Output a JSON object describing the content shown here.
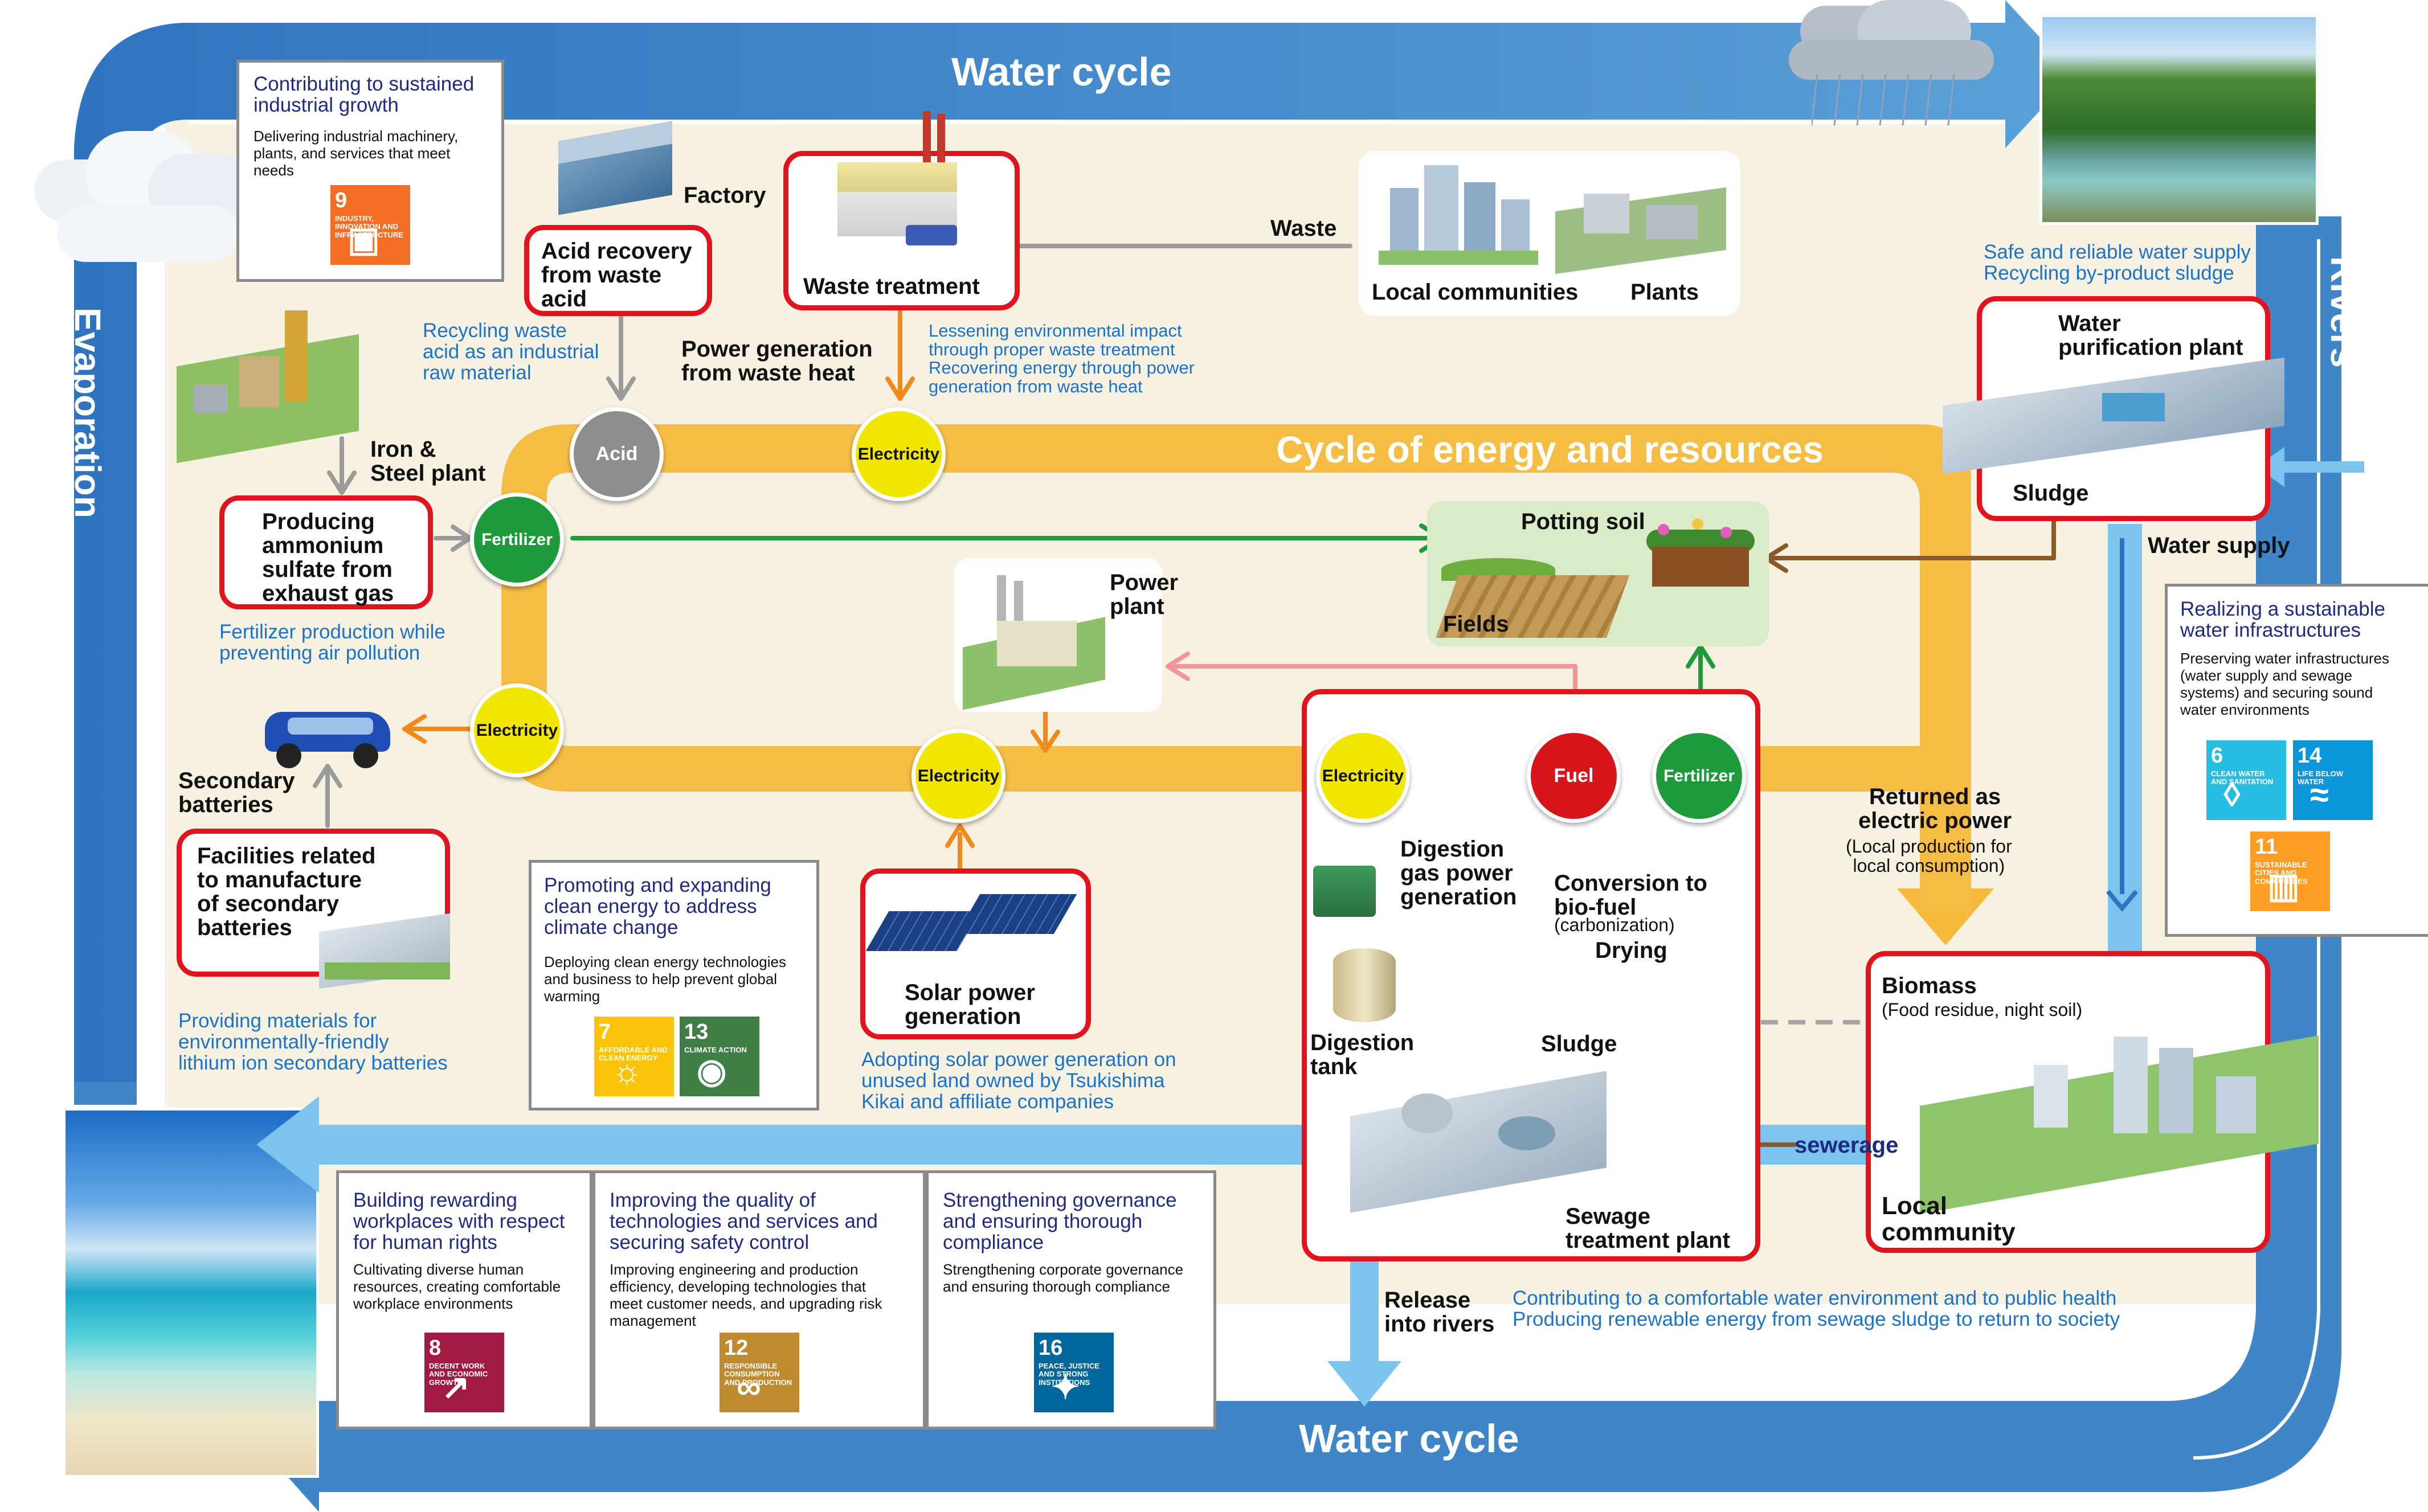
{
  "water_cycle": {
    "top_label": "Water cycle",
    "bottom_label": "Water cycle",
    "left_label": "Evaporation",
    "right_label": "Rivers"
  },
  "energy_cycle": {
    "title": "Cycle of energy and resources"
  },
  "nodes": {
    "acid": "Acid",
    "electricity_top": "Electricity",
    "fertilizer_left": "Fertilizer",
    "electricity_left": "Electricity",
    "electricity_mid": "Electricity",
    "electricity_digestion": "Electricity",
    "fuel": "Fuel",
    "fertilizer_right": "Fertilizer"
  },
  "labels": {
    "factory": "Factory",
    "acid_recovery": "Acid recovery\nfrom waste\nacid",
    "waste_treatment": "Waste treatment",
    "waste": "Waste",
    "local_communities": "Local communities",
    "plants": "Plants",
    "recycling_waste_acid": "Recycling waste\nacid as an industrial\nraw material",
    "power_gen_waste_heat": "Power generation\nfrom waste heat",
    "lessening_impact": "Lessening environmental impact\nthrough proper waste treatment\nRecovering energy through power\ngeneration from waste heat",
    "iron_steel": "Iron &\nSteel plant",
    "producing_ammonium": "Producing\nammonium\nsulfate from\nexhaust gas",
    "fertilizer_production": "Fertilizer production while\npreventing air pollution",
    "potting_soil": "Potting soil",
    "fields": "Fields",
    "power_plant": "Power\nplant",
    "secondary_batteries": "Secondary\nbatteries",
    "facilities_batteries": "Facilities related\nto manufacture\nof secondary\nbatteries",
    "providing_materials": "Providing materials for\nenvironmentally-friendly\nlithium ion secondary batteries",
    "solar_power": "Solar power\ngeneration",
    "adopting_solar": "Adopting solar power generation on\nunused land owned by Tsukishima\nKikai and affiliate companies",
    "digestion_gas": "Digestion\ngas power\ngeneration",
    "conversion_biofuel": "Conversion to\nbio-fuel",
    "carbonization": "(carbonization)",
    "drying": "Drying",
    "digestion_tank": "Digestion\ntank",
    "sludge_mid": "Sludge",
    "sewage_plant": "Sewage\ntreatment plant",
    "returned_power": "Returned as\nelectric power",
    "local_production": "(Local production for\nlocal consumption)",
    "biomass": "Biomass",
    "biomass_sub": "(Food residue, night soil)",
    "sewerage": "sewerage",
    "local_community": "Local\ncommunity",
    "release_rivers": "Release\ninto rivers",
    "contributing_water": "Contributing to a comfortable water environment and to public health\nProducing renewable energy from sewage sludge to return to society",
    "safe_water": "Safe and reliable water supply\nRecycling by-product sludge",
    "water_purification": "Water\npurification plant",
    "sludge_right": "Sludge",
    "water_supply": "Water supply"
  },
  "cards": {
    "industrial": {
      "title": "Contributing to sustained\nindustrial growth",
      "body": "Delivering industrial machinery,\nplants, and services that meet\nneeds"
    },
    "clean_energy": {
      "title": "Promoting and expanding\nclean energy to address\nclimate change",
      "body": "Deploying clean energy technologies\nand business to help prevent global\nwarming"
    },
    "water_infra": {
      "title": "Realizing a sustainable\nwater infrastructures",
      "body": "Preserving water infrastructures\n(water supply and sewage\nsystems) and securing sound\nwater environments"
    },
    "workplaces": {
      "title": "Building rewarding\nworkplaces with respect\nfor human rights",
      "body": "Cultivating diverse human\nresources, creating comfortable\nworkplace environments"
    },
    "quality": {
      "title": "Improving the quality of\ntechnologies and services and\nsecuring safety control",
      "body": "Improving engineering and production\nefficiency, developing technologies that\nmeet customer needs, and upgrading risk\nmanagement"
    },
    "governance": {
      "title": "Strengthening governance\nand ensuring thorough\ncompliance",
      "body": "Strengthening corporate governance\nand ensuring thorough compliance"
    }
  },
  "sdgs": {
    "sdg9": {
      "num": "9",
      "label": "INDUSTRY, INNOVATION AND INFRASTRUCTURE",
      "color": "#f36d25",
      "icon": "cube-icon"
    },
    "sdg7": {
      "num": "7",
      "label": "AFFORDABLE AND CLEAN ENERGY",
      "color": "#fcc30b",
      "icon": "sun-icon"
    },
    "sdg13": {
      "num": "13",
      "label": "CLIMATE ACTION",
      "color": "#3f7e44",
      "icon": "eye-globe-icon"
    },
    "sdg6": {
      "num": "6",
      "label": "CLEAN WATER AND SANITATION",
      "color": "#26bde2",
      "icon": "water-drop-icon"
    },
    "sdg14": {
      "num": "14",
      "label": "LIFE BELOW WATER",
      "color": "#0a97d9",
      "icon": "fish-icon"
    },
    "sdg11": {
      "num": "11",
      "label": "SUSTAINABLE CITIES AND COMMUNITIES",
      "color": "#fd9d24",
      "icon": "city-icon"
    },
    "sdg8": {
      "num": "8",
      "label": "DECENT WORK AND ECONOMIC GROWTH",
      "color": "#a21942",
      "icon": "growth-chart-icon"
    },
    "sdg12": {
      "num": "12",
      "label": "RESPONSIBLE CONSUMPTION AND PRODUCTION",
      "color": "#bf8b2e",
      "icon": "infinity-icon"
    },
    "sdg16": {
      "num": "16",
      "label": "PEACE, JUSTICE AND STRONG INSTITUTIONS",
      "color": "#00689d",
      "icon": "dove-icon"
    }
  },
  "colors": {
    "water_blue": "#3f86c8",
    "light_blue": "#7cc3ee",
    "energy_orange": "#f6b93b",
    "border_red": "#e1141e",
    "fertilizer_green": "#1e9a3a",
    "electricity_yellow": "#f1e600",
    "fuel_red": "#d8141b",
    "acid_gray": "#8d8d8d",
    "background_beige": "#f6f1e0"
  }
}
